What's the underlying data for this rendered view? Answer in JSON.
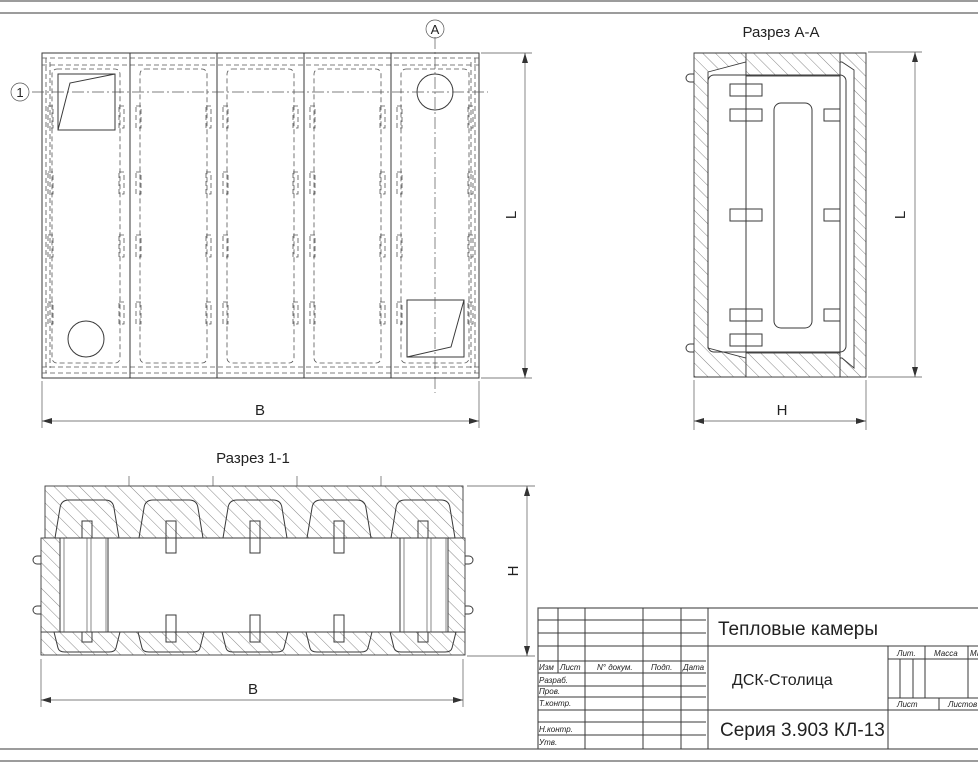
{
  "plan": {
    "axis_marker_1": "1",
    "axis_marker_a": "A",
    "dim_length": "L",
    "dim_width": "B"
  },
  "section_aa": {
    "title": "Разрез А-А",
    "dim_length": "L",
    "dim_height": "H"
  },
  "section_11": {
    "title": "Разрез 1-1",
    "dim_height": "H",
    "dim_width": "B"
  },
  "title_block": {
    "title": "Тепловые камеры",
    "organization": "ДСК-Столица",
    "series": "Серия 3.903 КЛ-13",
    "headers": {
      "izm": "Изм",
      "list": "Лист",
      "doc_no": "N° докум.",
      "sign": "Подп.",
      "date": "Дата"
    },
    "roles": [
      "Разраб.",
      "Пров.",
      "Т.контр.",
      "",
      "Н.контр.",
      "Утв."
    ],
    "lit": "Лит.",
    "mass": "Масса",
    "scale": "Масштаб",
    "sheet": "Лист",
    "sheets": "Листов"
  },
  "colors": {
    "line": "#3a3a3a",
    "background": "#ffffff"
  }
}
